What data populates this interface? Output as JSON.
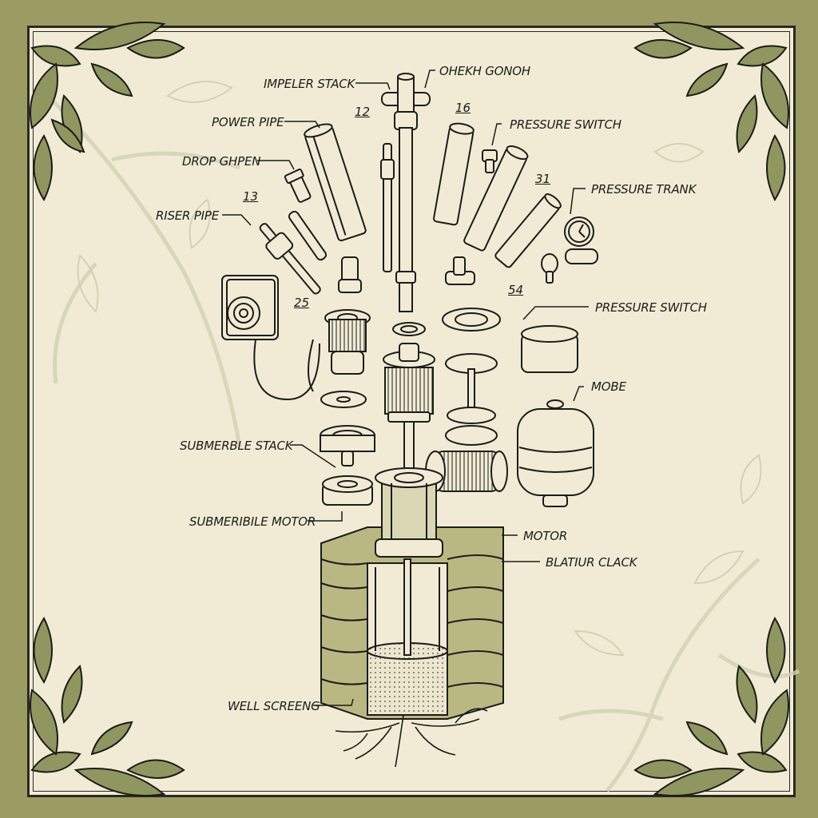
{
  "diagram": {
    "subject": "Exploded view of a submersible well pump system",
    "colors": {
      "background_border": "#9a9c63",
      "paper": "#f1ebd6",
      "ink": "#1c1c18",
      "leaf_fill": "#8f9660",
      "soil_light": "#b9b883",
      "soil_dark": "#8e8f58"
    },
    "labels": [
      {
        "id": "impeler-stack",
        "text": "IMPELER STACK"
      },
      {
        "id": "ohekh-gonoh",
        "text": "OHEKH GONOH"
      },
      {
        "id": "power-pipe",
        "text": "POWER PIPE"
      },
      {
        "id": "drop-ghpen",
        "text": "DROP GHPEN"
      },
      {
        "id": "riser-pipe",
        "text": "RISER PIPE"
      },
      {
        "id": "pressure-switch-top",
        "text": "PRESSURE SWITCH"
      },
      {
        "id": "pressure-trank",
        "text": "PRESSURE TRANK"
      },
      {
        "id": "pressure-switch-mid",
        "text": "PRESSURE SWITCH"
      },
      {
        "id": "mobe",
        "text": "MOBE"
      },
      {
        "id": "submerble-stack",
        "text": "SUBMERBLE STACK"
      },
      {
        "id": "submeribile-motor",
        "text": "SUBMERIBILE MOTOR"
      },
      {
        "id": "motor",
        "text": "MOTOR"
      },
      {
        "id": "blatiur-clack",
        "text": "BLATIUR CLACK"
      },
      {
        "id": "well-screeng",
        "text": "WELL SCREENG"
      }
    ],
    "part_numbers": [
      "12",
      "16",
      "13",
      "31",
      "25",
      "54"
    ]
  }
}
